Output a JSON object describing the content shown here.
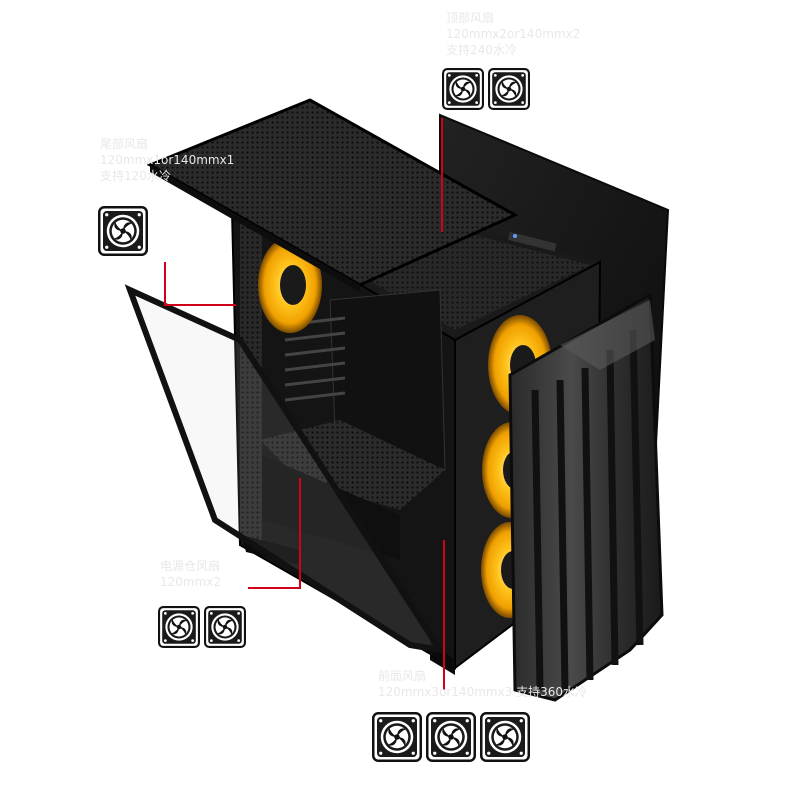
{
  "image": {
    "subject": "exploded view of a black PC tower case with ARGB fans",
    "colors": {
      "background": "#ffffff",
      "case_body": "#121212",
      "panel": "#1d1d1d",
      "fan_glow": "#ffb400",
      "fan_core": "#ffe38a",
      "callout_line": "#d0021b",
      "caption_text": "#e6e6e6"
    }
  },
  "callouts": {
    "top": {
      "lines": [
        "顶部风扇",
        "120mmx2or140mmx2",
        "支持240水冷"
      ],
      "fan_icon": "fan-slot-icon",
      "fan_count": 2
    },
    "side": {
      "lines": [
        "尾部风扇",
        "120mmx1or140mmx1",
        "支持120水冷"
      ],
      "fan_icon": "fan-slot-icon",
      "fan_count": 1
    },
    "bottom": {
      "lines": [
        "电源仓风扇",
        "120mmx2"
      ],
      "fan_icon": "fan-slot-icon",
      "fan_count": 2
    },
    "front": {
      "lines": [
        "前面风扇",
        "120mmx3or140mmx3 支持360水冷"
      ],
      "fan_icon": "fan-slot-icon",
      "fan_count": 3
    }
  }
}
